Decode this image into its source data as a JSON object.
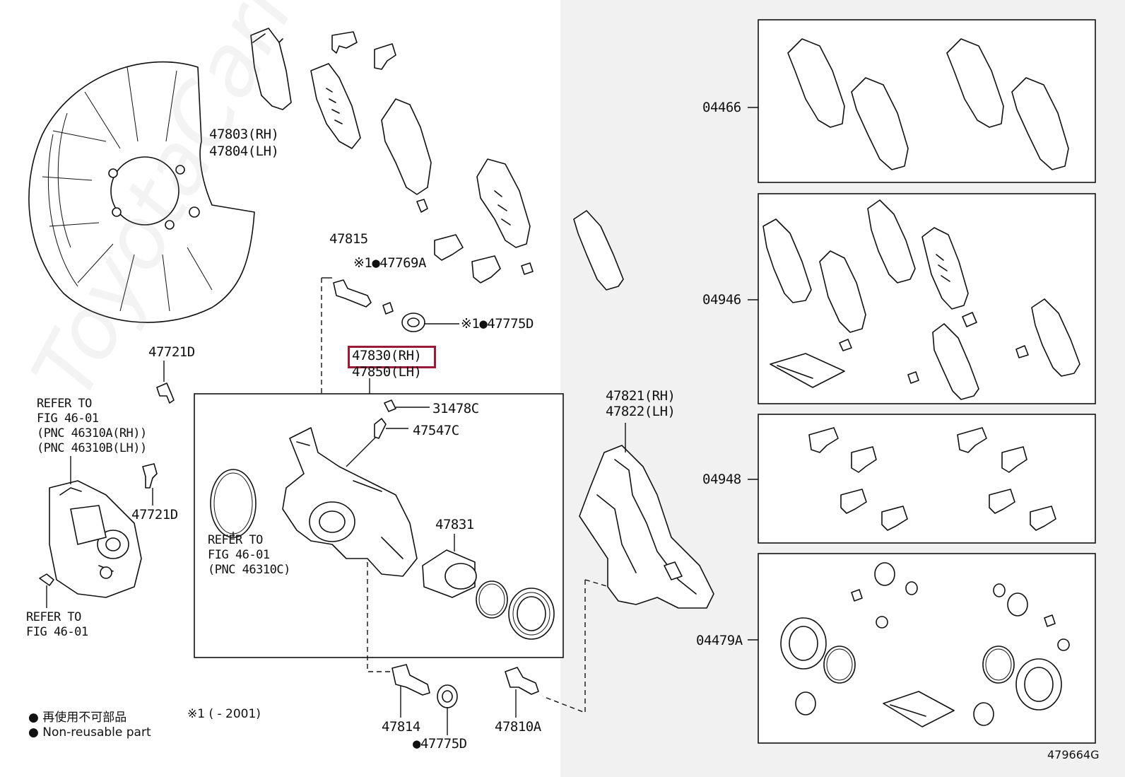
{
  "labels": {
    "shield_rh": "47803(RH)",
    "shield_lh": "47804(LH)",
    "p47815": "47815",
    "p47769A": "※1●47769A",
    "p47775D_top": "※1●47775D",
    "cyl_rh": "47830(RH)",
    "cyl_lh": "47850(LH)",
    "p47721D_a": "47721D",
    "p47721D_b": "47721D",
    "p31478C": "31478C",
    "p47547C": "47547C",
    "p47831": "47831",
    "mount_rh": "47821(RH)",
    "mount_lh": "47822(LH)",
    "p47814": "47814",
    "p47775D_bot": "●47775D",
    "p47810A": "47810A",
    "kit_04466": "04466",
    "kit_04946": "04946",
    "kit_04948": "04948",
    "kit_04479A": "04479A",
    "fig_id": "479664G"
  },
  "refer_notes": {
    "motor": [
      "REFER TO",
      "FIG 46-01",
      "(PNC 46310A(RH))",
      "(PNC 46310B(LH))"
    ],
    "seal": [
      "REFER TO",
      "FIG 46-01",
      "(PNC 46310C)"
    ],
    "plug": [
      "REFER TO",
      "FIG 46-01"
    ]
  },
  "legend": {
    "jp": "● 再使用不可部品",
    "note": "※1 (          - 2001)",
    "en": "● Non-reusable part"
  },
  "watermark": "ToyotaCarMine.ru",
  "colors": {
    "highlight": "#9a1a3a",
    "right_panel": "#f1f1f1"
  }
}
